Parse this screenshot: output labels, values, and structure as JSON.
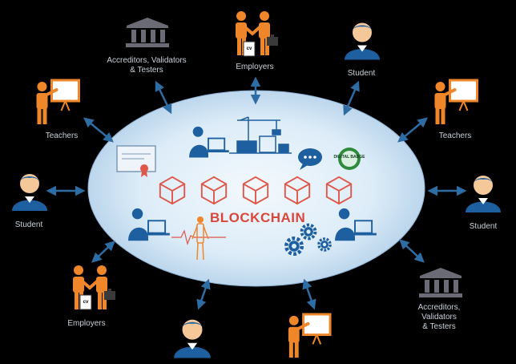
{
  "colors": {
    "background": "#000000",
    "arrow": "#2e6da4",
    "person_orange": "#f0862a",
    "person_blue": "#1e5fa0",
    "bank_gray": "#6b6b75",
    "ellipse_fill": "#dcecf8",
    "block_red": "#e0574a",
    "blockchain_text": "#d9463b",
    "label_text": "#c9d1d9"
  },
  "center": {
    "title": "BLOCKCHAIN",
    "block_count": 5
  },
  "nodes": [
    {
      "id": "accreditors-top",
      "label": "Accreditors, Validators\n& Testers",
      "icon": "bank-icon"
    },
    {
      "id": "employers-top",
      "label": "Employers",
      "icon": "employers-icon",
      "cv": "cv"
    },
    {
      "id": "student-top",
      "label": "Student",
      "icon": "student-icon"
    },
    {
      "id": "teachers-left",
      "label": "Teachers",
      "icon": "teacher-icon"
    },
    {
      "id": "teachers-right",
      "label": "Teachers",
      "icon": "teacher-icon"
    },
    {
      "id": "student-left",
      "label": "Student",
      "icon": "student-icon"
    },
    {
      "id": "student-right",
      "label": "Student",
      "icon": "student-icon"
    },
    {
      "id": "employers-bottom",
      "label": "Employers",
      "icon": "employers-icon",
      "cv": "cv"
    },
    {
      "id": "accreditors-bottom",
      "label": "Accreditors, Validators\n& Testers",
      "icon": "bank-icon"
    },
    {
      "id": "student-bottom",
      "label": "",
      "icon": "student-icon"
    },
    {
      "id": "teacher-bottom",
      "label": "",
      "icon": "teacher-icon"
    }
  ],
  "badge_text": "DIGITAL BADGE"
}
